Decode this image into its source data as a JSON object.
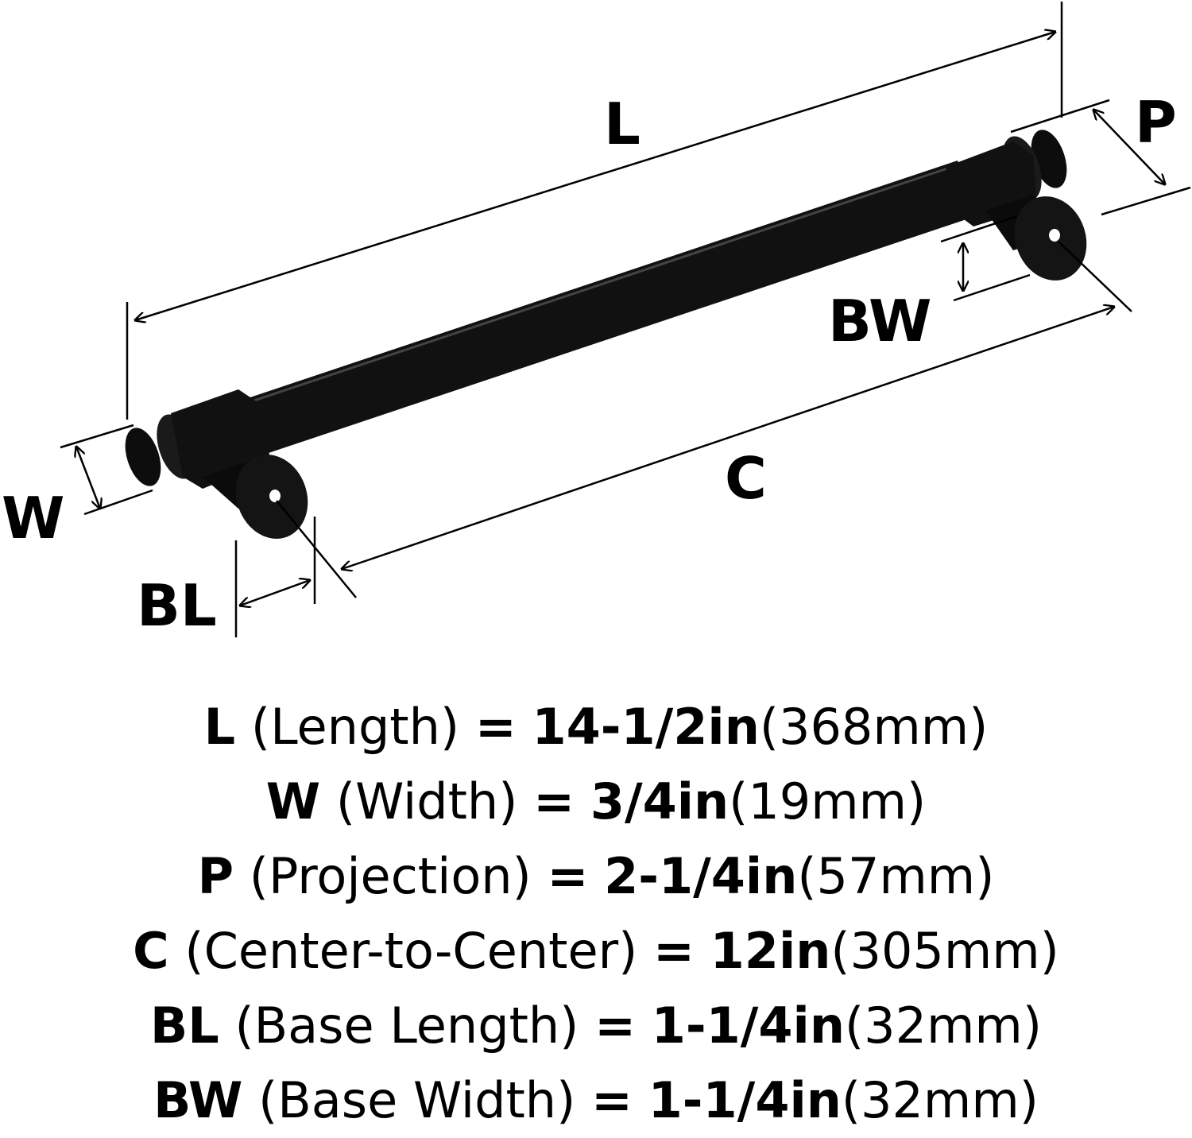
{
  "labels": {
    "L": "L",
    "P": "P",
    "BW": "BW",
    "W": "W",
    "C": "C",
    "BL": "BL"
  },
  "specs": [
    {
      "letter": "L",
      "desc": "(Length)",
      "eq": "=",
      "imperial": "14-1/2in",
      "metric": "(368mm)"
    },
    {
      "letter": "W",
      "desc": "(Width)",
      "eq": "=",
      "imperial": "3/4in",
      "metric": "(19mm)"
    },
    {
      "letter": "P",
      "desc": "(Projection)",
      "eq": "=",
      "imperial": "2-1/4in",
      "metric": "(57mm)"
    },
    {
      "letter": "C",
      "desc": "(Center-to-Center)",
      "eq": "=",
      "imperial": "12in",
      "metric": "(305mm)"
    },
    {
      "letter": "BL",
      "desc": "(Base Length)",
      "eq": "=",
      "imperial": "1-1/4in",
      "metric": "(32mm)"
    },
    {
      "letter": "BW",
      "desc": "(Base Width)",
      "eq": "=",
      "imperial": "1-1/4in",
      "metric": "(32mm)"
    }
  ]
}
